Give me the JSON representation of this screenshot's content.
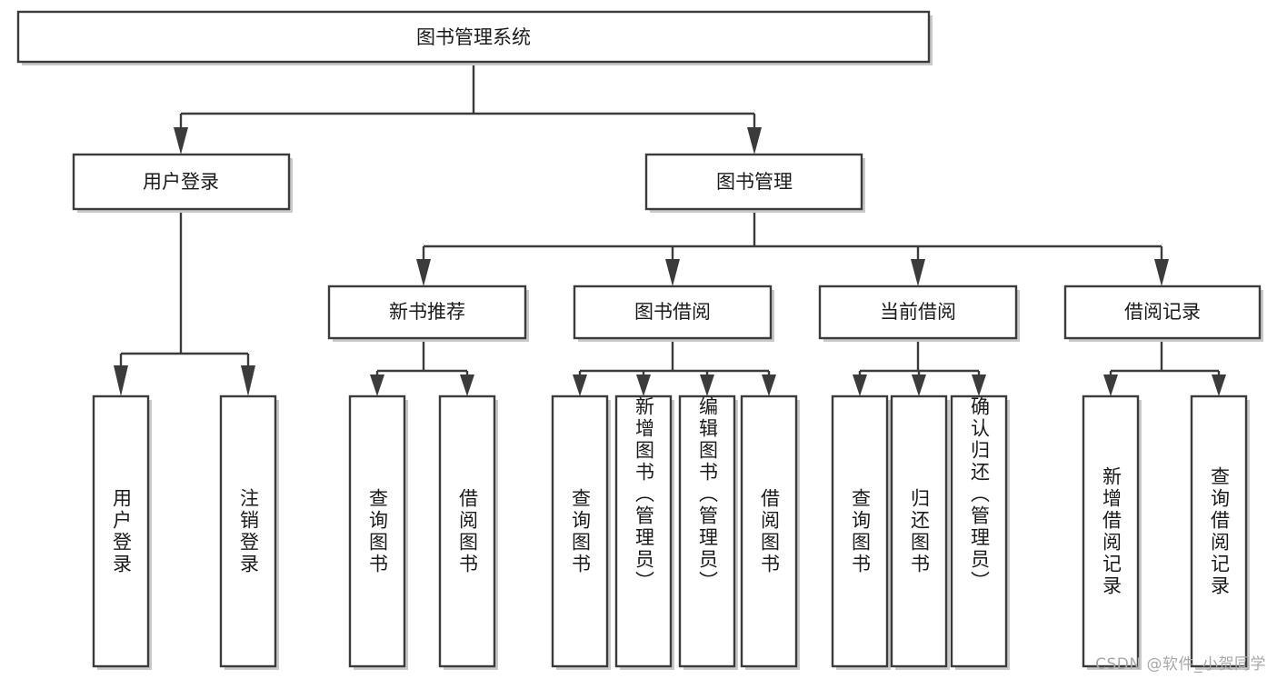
{
  "diagram": {
    "type": "tree",
    "title": "图书管理系统",
    "watermark": "CSDN @软件_小贺同学",
    "colors": {
      "stroke": "#3b3b3b",
      "fill": "#ffffff",
      "text": "#1a1a1a",
      "shadow": "#c9c9c9",
      "watermark": "#a8a8a8"
    },
    "root": {
      "label": "图书管理系统"
    },
    "level2": [
      {
        "label": "用户登录"
      },
      {
        "label": "图书管理"
      }
    ],
    "level3": [
      {
        "label": "新书推荐"
      },
      {
        "label": "图书借阅"
      },
      {
        "label": "当前借阅"
      },
      {
        "label": "借阅记录"
      }
    ],
    "leaves": {
      "user_login": [
        {
          "label": "用户登录"
        },
        {
          "label": "注销登录"
        }
      ],
      "new_book": [
        {
          "label": "查询图书"
        },
        {
          "label": "借阅图书"
        }
      ],
      "book_borrow": [
        {
          "label": "查询图书"
        },
        {
          "label": "新增图书（管理员）"
        },
        {
          "label": "编辑图书（管理员）"
        },
        {
          "label": "借阅图书"
        }
      ],
      "current_borrow": [
        {
          "label": "查询图书"
        },
        {
          "label": "归还图书"
        },
        {
          "label": "确认归还（管理员）"
        }
      ],
      "borrow_record": [
        {
          "label": "新增借阅记录"
        },
        {
          "label": "查询借阅记录"
        }
      ]
    }
  }
}
